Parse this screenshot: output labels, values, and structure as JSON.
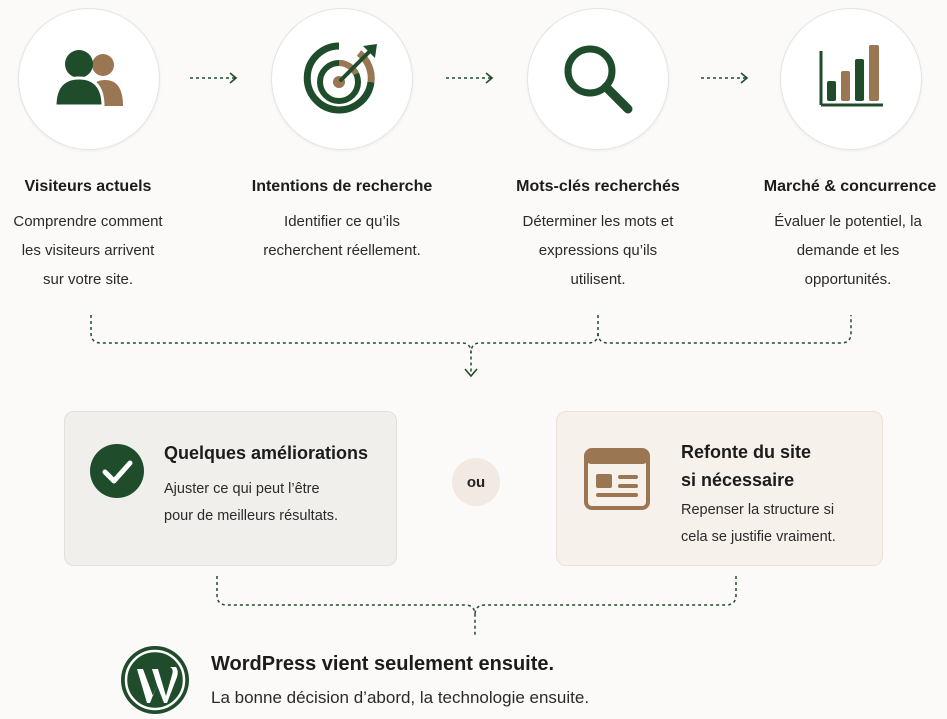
{
  "steps": [
    {
      "icon": "users-icon",
      "title": "Visiteurs actuels",
      "desc": [
        "Comprendre comment",
        "les visiteurs arrivent",
        "sur votre site."
      ]
    },
    {
      "icon": "target-icon",
      "title": "Intentions de recherche",
      "desc": [
        "Identifier ce qu’ils",
        "recherchent réellement."
      ]
    },
    {
      "icon": "magnifier-icon",
      "title": "Mots-clés recherchés",
      "desc": [
        "Déterminer les mots et",
        "expressions qu’ils",
        "utilisent."
      ]
    },
    {
      "icon": "bar-chart-icon",
      "title": "Marché & concurrence",
      "desc": [
        "Évaluer le potentiel, la",
        "demande et les",
        "opportunités."
      ]
    }
  ],
  "options": {
    "improvements": {
      "icon": "check-circle-icon",
      "title": "Quelques améliorations",
      "desc": [
        "Ajuster ce qui peut l’être",
        "pour de meilleurs résultats."
      ]
    },
    "or_label": "ou",
    "redesign": {
      "icon": "website-layout-icon",
      "title": [
        "Refonte du site",
        "si nécessaire"
      ],
      "desc": [
        "Repenser la structure si",
        "cela se justifie vraiment."
      ]
    }
  },
  "conclusion": {
    "icon": "wordpress-logo-icon",
    "title": "WordPress vient seulement ensuite.",
    "subtitle": "La bonne décision d’abord, la technologie ensuite."
  },
  "colors": {
    "green": "#1f4d2c",
    "brown": "#9a7652",
    "background": "#fbfaf8"
  }
}
